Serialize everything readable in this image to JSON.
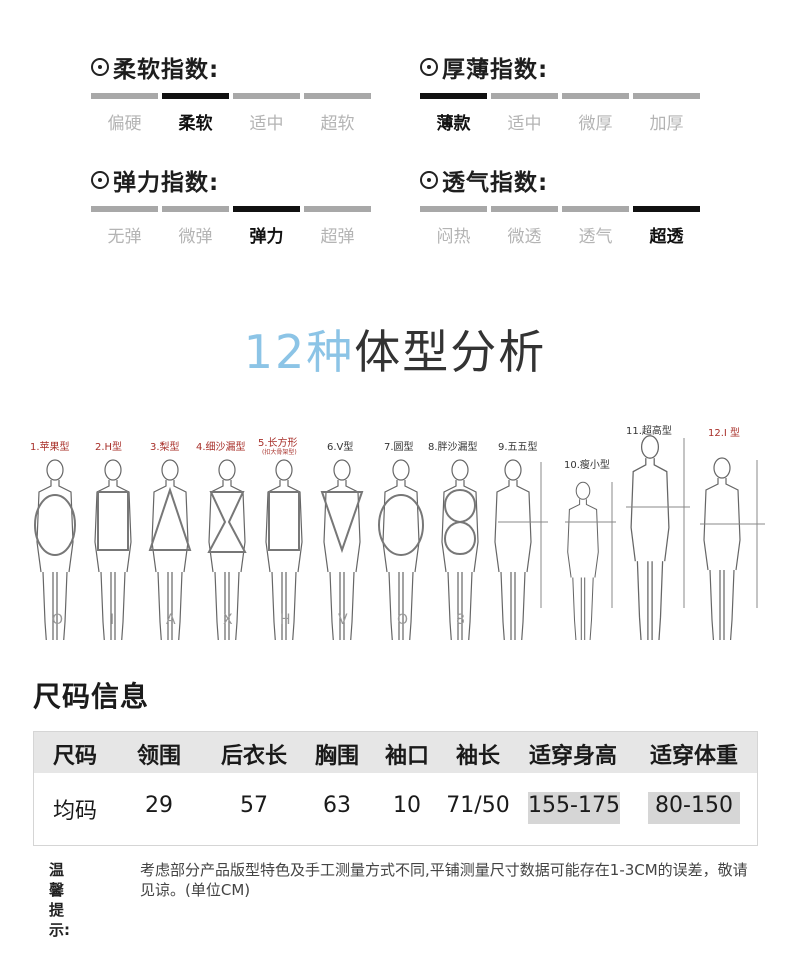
{
  "indices": [
    {
      "title": "柔软指数:",
      "levels": [
        "偏硬",
        "柔软",
        "适中",
        "超软"
      ],
      "active": 1
    },
    {
      "title": "厚薄指数:",
      "levels": [
        "薄款",
        "适中",
        "微厚",
        "加厚"
      ],
      "active": 0
    },
    {
      "title": "弹力指数:",
      "levels": [
        "无弹",
        "微弹",
        "弹力",
        "超弹"
      ],
      "active": 2
    },
    {
      "title": "透气指数:",
      "levels": [
        "闷热",
        "微透",
        "透气",
        "超透"
      ],
      "active": 3
    }
  ],
  "heading": {
    "highlight": "12种",
    "rest": "体型分析"
  },
  "body_types": {
    "labels": [
      "1.苹果型",
      "2.H型",
      "3.梨型",
      "4.细沙漏型",
      "5.长方形",
      "6.V型",
      "7.圆型",
      "8.胖沙漏型",
      "9.五五型",
      "10.瘦小型",
      "11.超高型",
      "12.I 型"
    ],
    "sub_label": "(扣大骨架型)",
    "shapes": [
      "O",
      "I",
      "A",
      "X",
      "H",
      "V",
      "O",
      "8"
    ]
  },
  "size_info": {
    "title": "尺码信息",
    "headers": [
      "尺码",
      "领围",
      "后衣长",
      "胸围",
      "袖口",
      "袖长",
      "适穿身高",
      "适穿体重"
    ],
    "row": [
      "均码",
      "29",
      "57",
      "63",
      "10",
      "71/50",
      "155-175",
      "80-150"
    ]
  },
  "tip": {
    "label": "温馨提示:",
    "text": "考虑部分产品版型特色及手工测量方式不同,平铺测量尺寸数据可能存在1-3CM的误差，敬请见谅。(单位CM)"
  }
}
